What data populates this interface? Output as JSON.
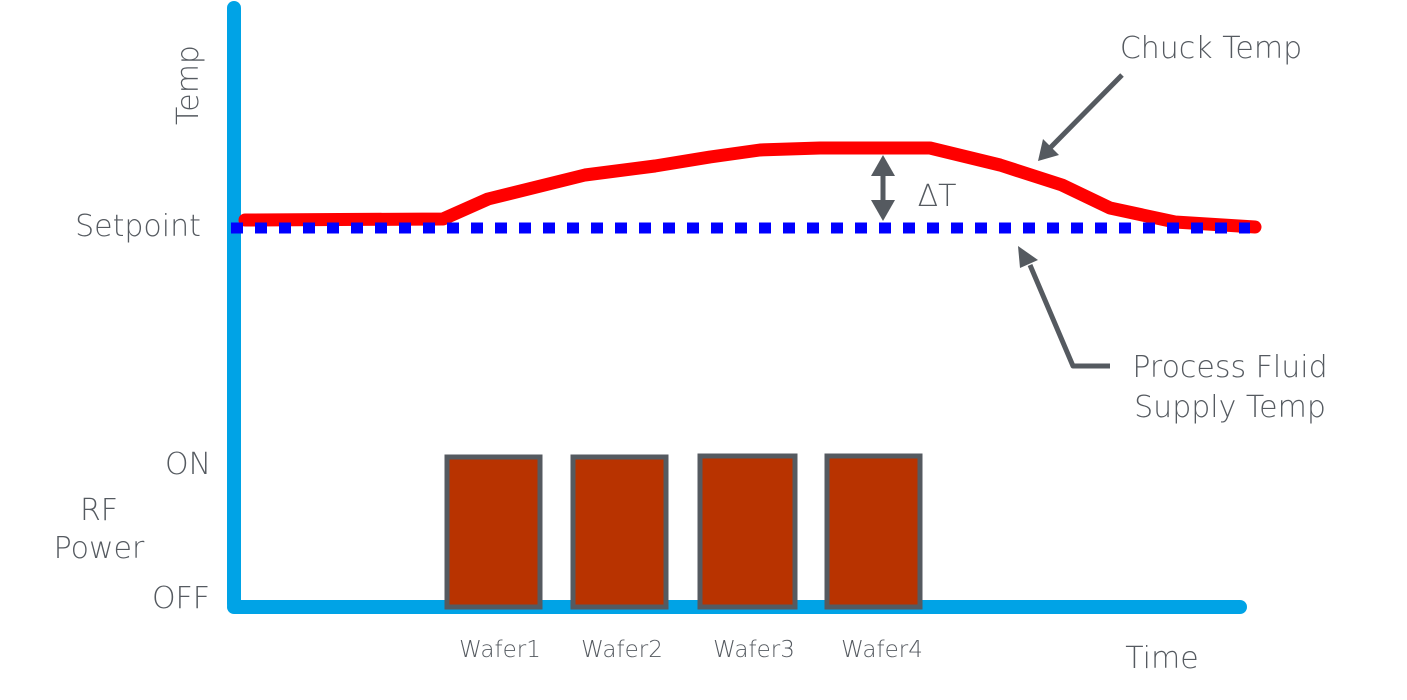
{
  "labels": {
    "temp_axis": "Temp",
    "setpoint": "Setpoint",
    "on": "ON",
    "rf": "RF",
    "power": "Power",
    "off": "OFF",
    "time_axis": "Time",
    "chuck_temp": "Chuck Temp",
    "fluid_line1": "Process Fluid",
    "fluid_line2": "Supply Temp",
    "delta_t": "ΔT"
  },
  "wafers": [
    "Wafer1",
    "Wafer2",
    "Wafer3",
    "Wafer4"
  ],
  "colors": {
    "axis": "#00a3e6",
    "chuck_temp": "#ff0000",
    "fluid_temp": "#0000ff",
    "wafer_fill": "#b83300",
    "wafer_border": "#555a60",
    "arrow": "#555a60",
    "text": "#555a60"
  },
  "icons": [
    "arrow-pointer-icon",
    "double-headed-arrow-icon"
  ]
}
